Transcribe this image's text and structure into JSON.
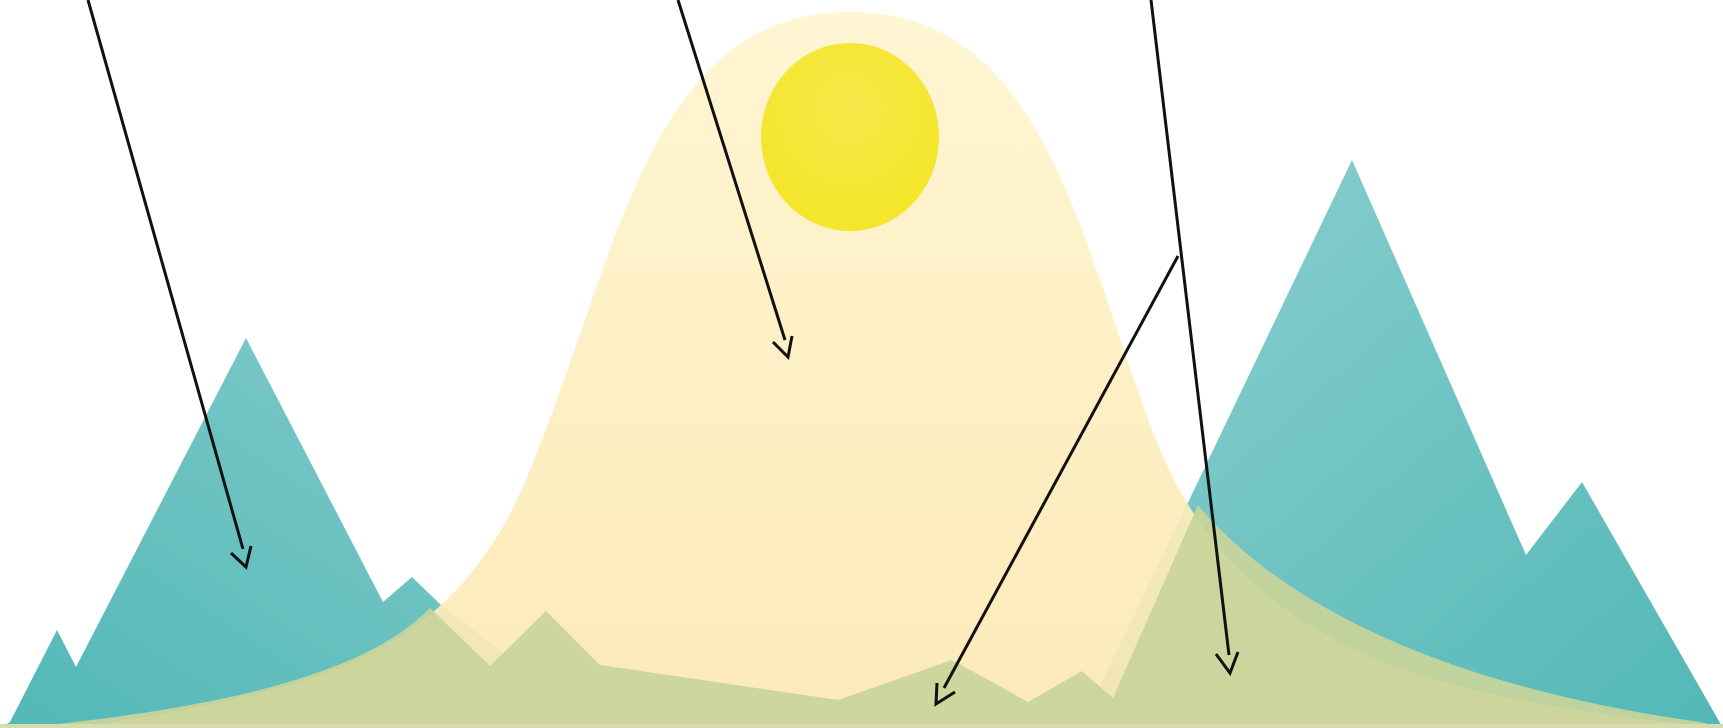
{
  "diagram": {
    "description_labels": [],
    "colors": {
      "background": "#ffffff",
      "sun": "#f5e73a",
      "glow_top": "#fff3c7",
      "glow_bottom": "#fce9b5",
      "mountain_left": "#5dbdbb",
      "mountain_right": "#7cc8c8",
      "foothills": "#c9d49a",
      "arrow": "#111111"
    },
    "elements": [
      {
        "id": "sun",
        "icon": "sun-icon"
      },
      {
        "id": "glow",
        "icon": "bell-shaped-glow"
      },
      {
        "id": "mountains-left",
        "icon": "mountain-icon"
      },
      {
        "id": "mountains-right",
        "icon": "mountain-icon"
      },
      {
        "id": "foothills",
        "icon": "hill-icon"
      }
    ],
    "arrows": [
      {
        "id": "arrow-1",
        "target": "mountains-left"
      },
      {
        "id": "arrow-2",
        "target": "glow"
      },
      {
        "id": "arrow-3",
        "target": "mountains-right"
      },
      {
        "id": "arrow-4",
        "target": "foothills"
      }
    ]
  }
}
